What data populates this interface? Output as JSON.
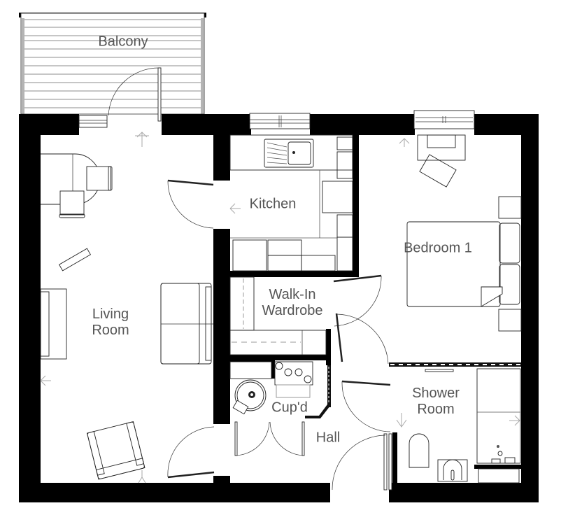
{
  "plan": {
    "colors": {
      "wall": "#000000",
      "label": "#555555",
      "fixture_line": "#222222",
      "light_line": "#999999",
      "background": "#ffffff"
    },
    "rooms": [
      {
        "id": "balcony",
        "label": "Balcony"
      },
      {
        "id": "kitchen",
        "label": "Kitchen"
      },
      {
        "id": "bedroom_1",
        "label": "Bedroom 1"
      },
      {
        "id": "living_room",
        "line1": "Living",
        "line2": "Room"
      },
      {
        "id": "walk_in_wardrobe",
        "line1": "Walk-In",
        "line2": "Wardrobe"
      },
      {
        "id": "cupboard",
        "label": "Cup'd"
      },
      {
        "id": "hall",
        "label": "Hall"
      },
      {
        "id": "shower_room",
        "line1": "Shower",
        "line2": "Room"
      }
    ]
  }
}
